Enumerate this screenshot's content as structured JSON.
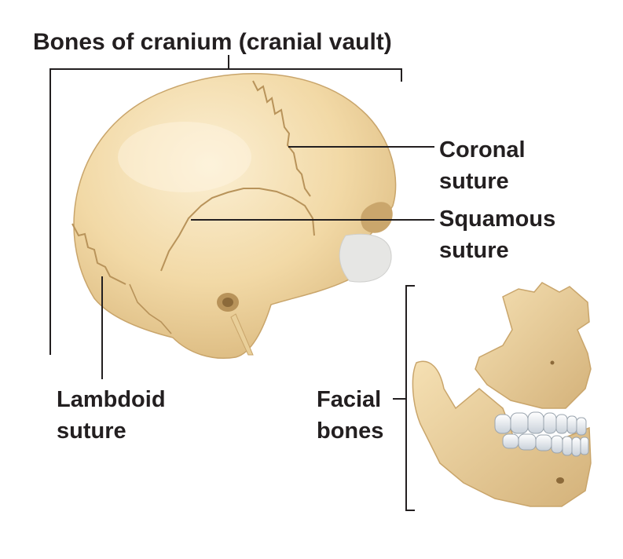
{
  "diagram": {
    "title": "Bones of cranium (cranial vault)",
    "labels": {
      "coronal": [
        "Coronal",
        "suture"
      ],
      "squamous": [
        "Squamous",
        "suture"
      ],
      "lambdoid": [
        "Lambdoid",
        "suture"
      ],
      "facial": [
        "Facial",
        "bones"
      ]
    },
    "colors": {
      "bone": "#f2d9a6",
      "bone_shadow": "#d9b77c",
      "bone_highlight": "#fbefd3",
      "suture": "#b8935a",
      "teeth": "#f4f6f8",
      "leader_line": "#231f20",
      "text": "#231f20"
    }
  }
}
